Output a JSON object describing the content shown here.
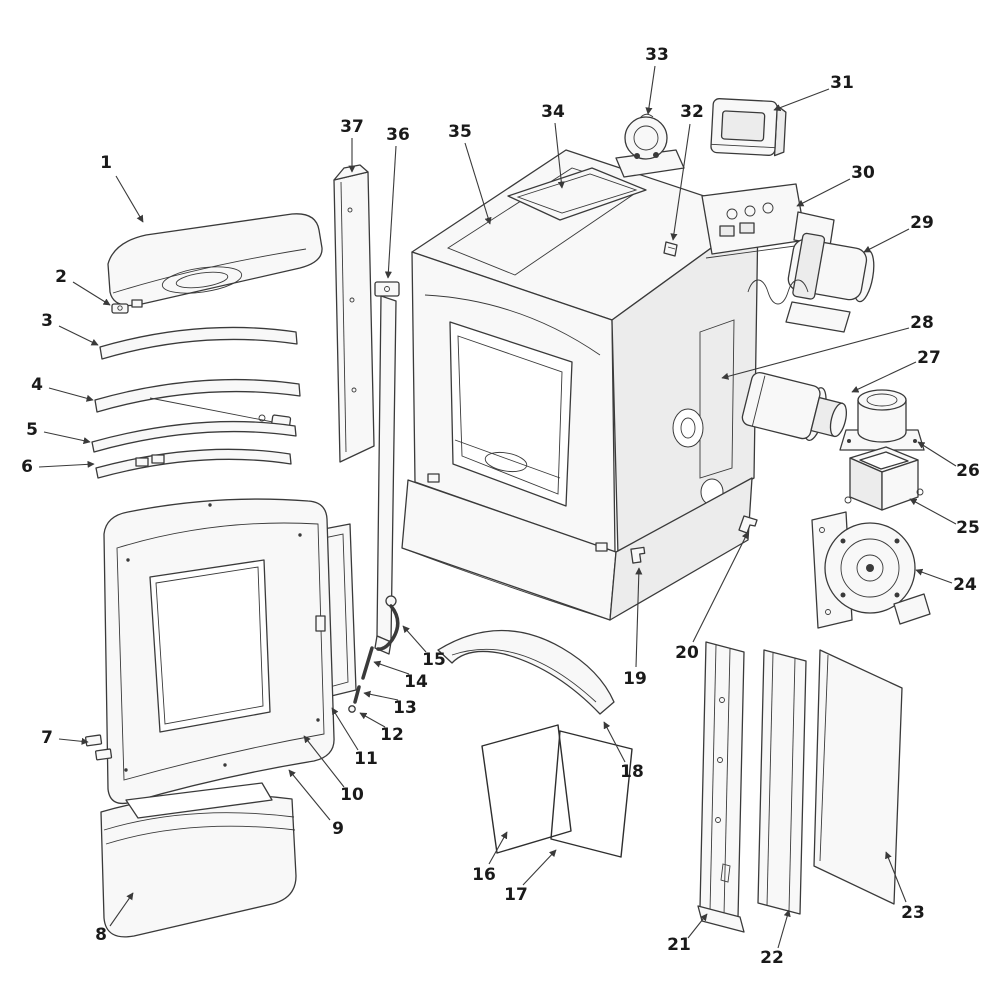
{
  "diagram": {
    "type": "exploded-parts-diagram",
    "total_parts": 37
  },
  "colors": {
    "background": "#ffffff",
    "line_art": "#3a3a3a",
    "label_text": "#1a1a1a",
    "brick_hatch": "#2e2e2e"
  },
  "parts": [
    {
      "label": "1"
    },
    {
      "label": "2"
    },
    {
      "label": "3"
    },
    {
      "label": "4"
    },
    {
      "label": "5"
    },
    {
      "label": "6"
    },
    {
      "label": "7"
    },
    {
      "label": "8"
    },
    {
      "label": "9"
    },
    {
      "label": "10"
    },
    {
      "label": "11"
    },
    {
      "label": "12"
    },
    {
      "label": "13"
    },
    {
      "label": "14"
    },
    {
      "label": "15"
    },
    {
      "label": "16"
    },
    {
      "label": "17"
    },
    {
      "label": "18"
    },
    {
      "label": "19"
    },
    {
      "label": "20"
    },
    {
      "label": "21"
    },
    {
      "label": "22"
    },
    {
      "label": "23"
    },
    {
      "label": "24"
    },
    {
      "label": "25"
    },
    {
      "label": "26"
    },
    {
      "label": "27"
    },
    {
      "label": "28"
    },
    {
      "label": "29"
    },
    {
      "label": "30"
    },
    {
      "label": "31"
    },
    {
      "label": "32"
    },
    {
      "label": "33"
    },
    {
      "label": "34"
    },
    {
      "label": "35"
    },
    {
      "label": "36"
    },
    {
      "label": "37"
    }
  ]
}
